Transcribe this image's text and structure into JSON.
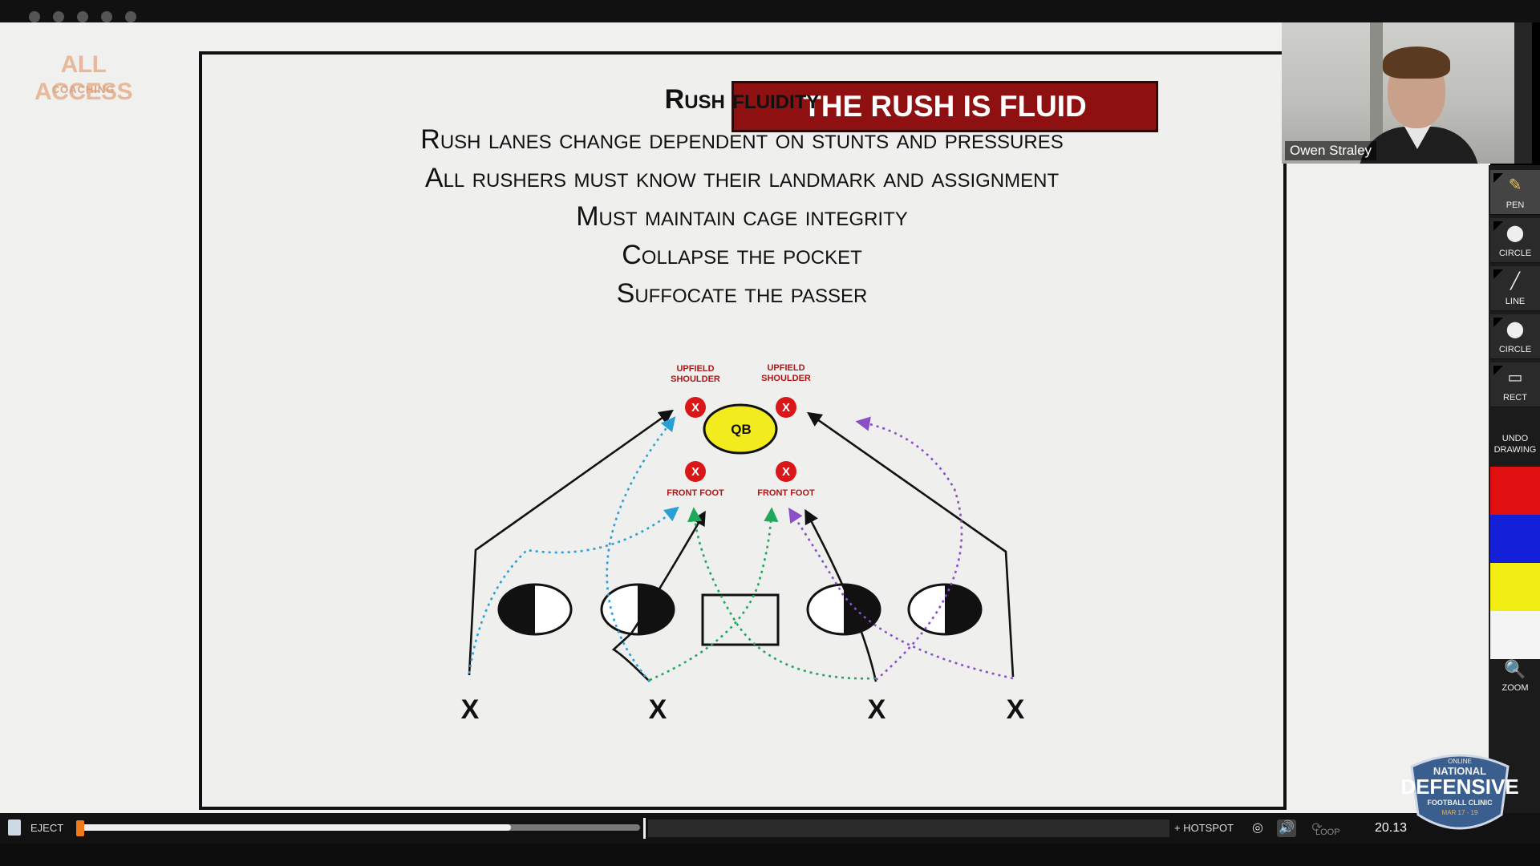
{
  "logo": {
    "main": "ALL ACCESS",
    "sub": "COACHING"
  },
  "slide": {
    "title": "THE RUSH IS FLUID",
    "subtitle": "Rush fluidity",
    "bullets": [
      "Rush lanes change dependent on stunts and pressures",
      "All rushers must know their landmark and assignment",
      "Must maintain cage integrity",
      "Collapse the pocket",
      "Suffocate the passer"
    ],
    "diagram": {
      "qb_label": "QB",
      "upfield_shoulder_label": [
        "UPFIELD",
        "SHOULDER"
      ],
      "front_foot_label": "FRONT FOOT",
      "target_mark": "X",
      "rusher_label": "X"
    }
  },
  "webcam": {
    "name": "Owen Straley"
  },
  "tools": {
    "items": [
      {
        "label": "PEN",
        "glyph": "✎"
      },
      {
        "label": "CIRCLE",
        "glyph": "⬤"
      },
      {
        "label": "LINE",
        "glyph": "╱"
      },
      {
        "label": "CIRCLE",
        "glyph": "⬤"
      },
      {
        "label": "RECT",
        "glyph": "▭"
      }
    ],
    "undo_line1": "UNDO",
    "undo_line2": "DRAWING",
    "swatches": [
      "#e01010",
      "#1420d8",
      "#f2ee14",
      "#f4f4f4"
    ],
    "zoom_label": "ZOOM",
    "zoom_glyph": "🔍"
  },
  "player": {
    "eject_label": "EJECT",
    "hotspot_label": "+ HOTSPOT",
    "loop_label": "LOOP",
    "timecode": "20.13",
    "progress": 0.006
  },
  "clinic_logo": {
    "top": "ONLINE",
    "nat": "NATIONAL",
    "main": "DEFENSIVE",
    "sub": "FOOTBALL CLINIC",
    "dates": "MAR 17 - 19"
  }
}
